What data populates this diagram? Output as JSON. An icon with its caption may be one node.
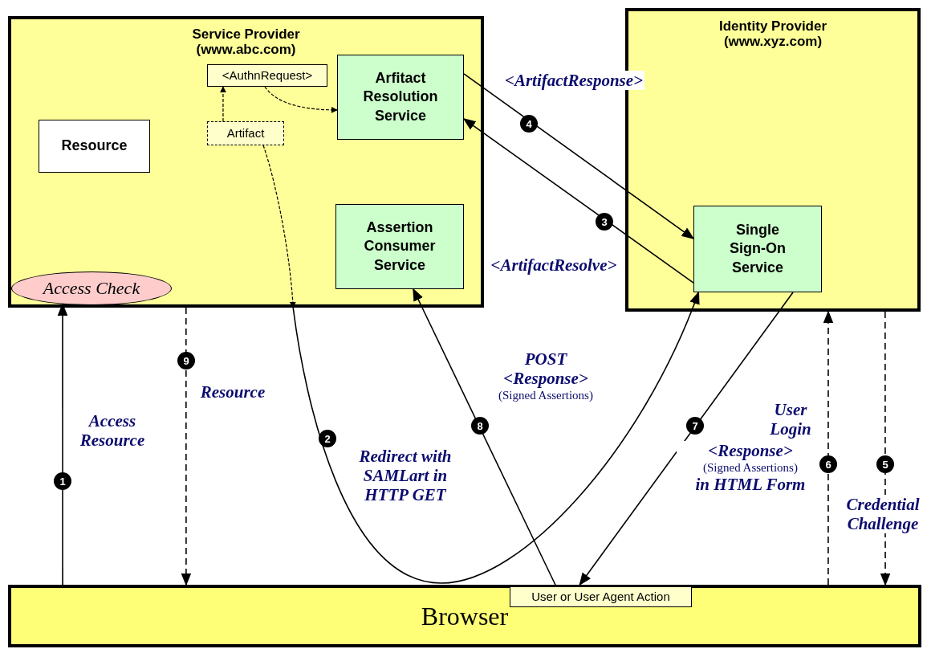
{
  "diagram": {
    "nodes": [
      {
        "text": [
          "Service Provider (www.abc.com)"
        ]
      },
      {
        "text": [
          "<AuthnRequest>"
        ],
        "in": 0
      },
      {
        "text": [
          "Arfitact Resolution Service"
        ],
        "in": 0
      },
      {
        "text": [
          "Resource"
        ],
        "in": 0
      },
      {
        "text": [
          "Artifact"
        ],
        "in": 0
      },
      {
        "text": [
          "Assertion Consumer Service"
        ],
        "in": 0
      },
      {
        "text": [
          "Access Check"
        ],
        "in": 0
      },
      {
        "text": [
          "Identity Provider (www.xyz.com)"
        ]
      },
      {
        "text": [
          "Single Sign-On Service"
        ],
        "in": 7
      },
      {
        "text": [
          "Browser"
        ]
      },
      {
        "text": [
          "User or User Agent Action"
        ],
        "in": 9
      }
    ],
    "edges": [
      {
        "from": 9,
        "to": 6,
        "arrow": "to",
        "label": "Access Resource"
      },
      {
        "from": 0,
        "to": 8,
        "arrow": "to",
        "label": "Redirect with SAMLart in HTTP GET"
      },
      {
        "from": 4,
        "to": 0,
        "arrow": "to",
        "style": "dashed"
      },
      {
        "from": 4,
        "to": 1,
        "arrow": "to",
        "style": "dashed"
      },
      {
        "from": 1,
        "to": 2,
        "arrow": "to",
        "style": "dashed"
      },
      {
        "from": 8,
        "to": 2,
        "arrow": "to",
        "label": "<ArtifactResolve>"
      },
      {
        "from": 2,
        "to": 8,
        "arrow": "to",
        "label": "<ArtifactResponse>"
      },
      {
        "from": 7,
        "to": 9,
        "arrow": "to",
        "style": "dashed",
        "label": "Credential Challenge"
      },
      {
        "from": 9,
        "to": 7,
        "arrow": "to",
        "style": "dashed",
        "label": "User Login"
      },
      {
        "from": 8,
        "to": 9,
        "arrow": "to",
        "label": "**<Response>** (Signed Assertions) **in HTML Form**"
      },
      {
        "from": 10,
        "to": 5,
        "arrow": "to",
        "label": "**POST <Response>** (Signed Assertions)"
      },
      {
        "from": 0,
        "to": 9,
        "arrow": "to",
        "style": "dashed",
        "label": "Resource"
      }
    ],
    "labels": [
      "1",
      "2",
      "3",
      "4",
      "5",
      "6",
      "7",
      "8",
      "9"
    ]
  }
}
